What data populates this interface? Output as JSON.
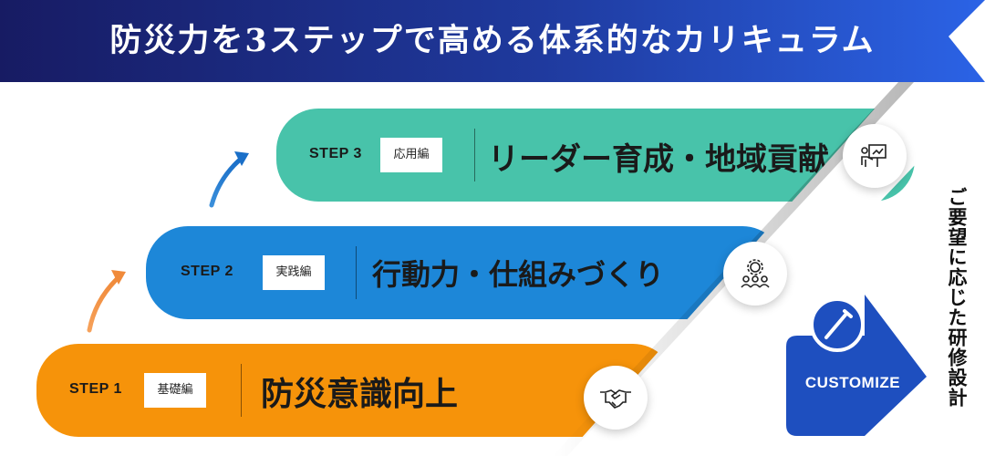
{
  "title": "防災力を3ステップで高める体系的なカリキュラム",
  "steps": [
    {
      "step": "STEP 3",
      "tag": "応用編",
      "title": "リーダー育成・地域貢献",
      "icon": "presentation-icon",
      "color": "#48c3aa"
    },
    {
      "step": "STEP 2",
      "tag": "実践編",
      "title": "行動力・仕組みづくり",
      "icon": "team-gear-icon",
      "color": "#1d87d8"
    },
    {
      "step": "STEP 1",
      "tag": "基礎編",
      "title": "防災意識向上",
      "icon": "handshake-icon",
      "color": "#f6930a"
    }
  ],
  "side_note": "ご要望に応じた研修設計",
  "badge": {
    "label": "CUSTOMIZE",
    "color": "#1e4fbf"
  }
}
